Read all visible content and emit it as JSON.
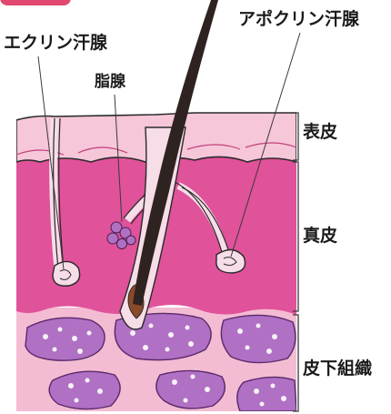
{
  "header": {
    "title_fragment": "",
    "accent_color": "#e0486f"
  },
  "labels": {
    "eccrine_gland": "エクリン汗腺",
    "sebaceous_gland": "脂腺",
    "apocrine_gland": "アポクリン汗腺",
    "epidermis": "表皮",
    "dermis": "真皮",
    "subcutaneous_tissue": "皮下組織"
  },
  "colors": {
    "epidermis": "#f6c6d9",
    "dermis": "#e0529a",
    "subcutis": "#f3bcd3",
    "fat_lobule": "#b070c4",
    "hair": "#2e2320",
    "gland_tube": "#f6dde7"
  }
}
